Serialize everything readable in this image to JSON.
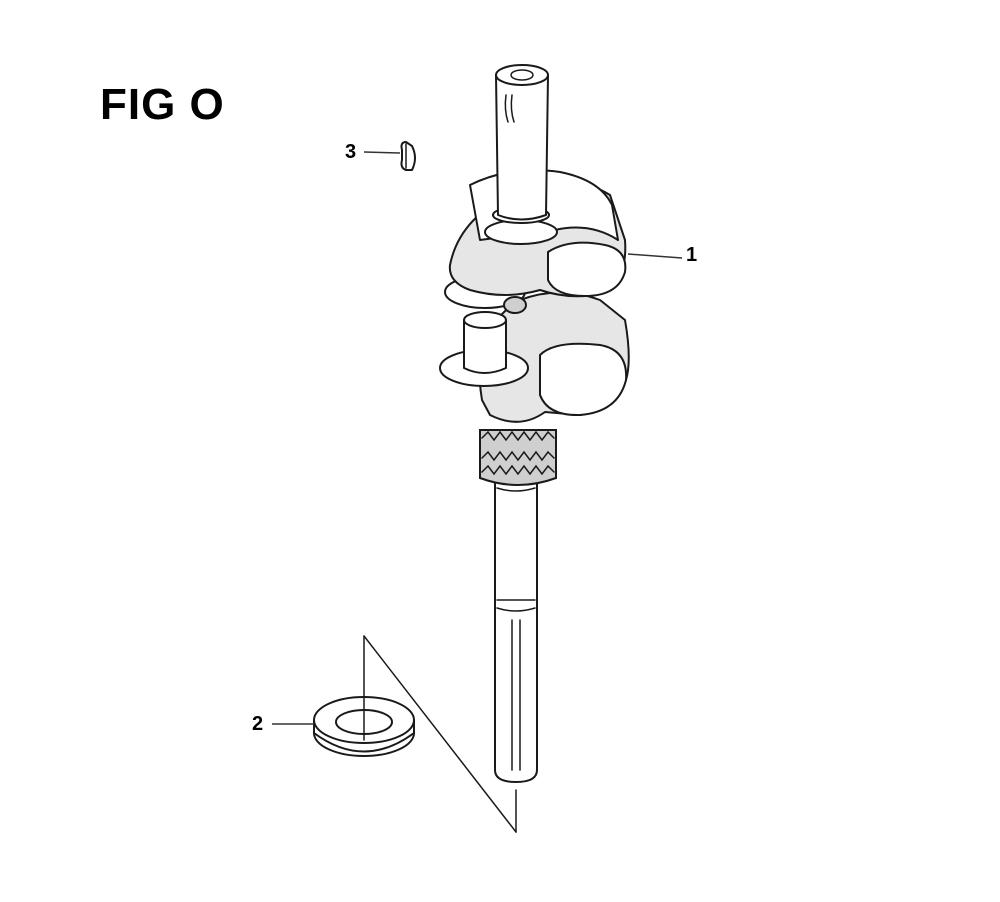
{
  "figure": {
    "title": "FIG O",
    "callouts": [
      {
        "label": "1",
        "part": "crankshaft"
      },
      {
        "label": "2",
        "part": "oil-seal"
      },
      {
        "label": "3",
        "part": "woodruff-key"
      }
    ]
  },
  "colors": {
    "ink": "#1a1a1a",
    "paper": "#ffffff",
    "shade": "#e6e6e6"
  }
}
